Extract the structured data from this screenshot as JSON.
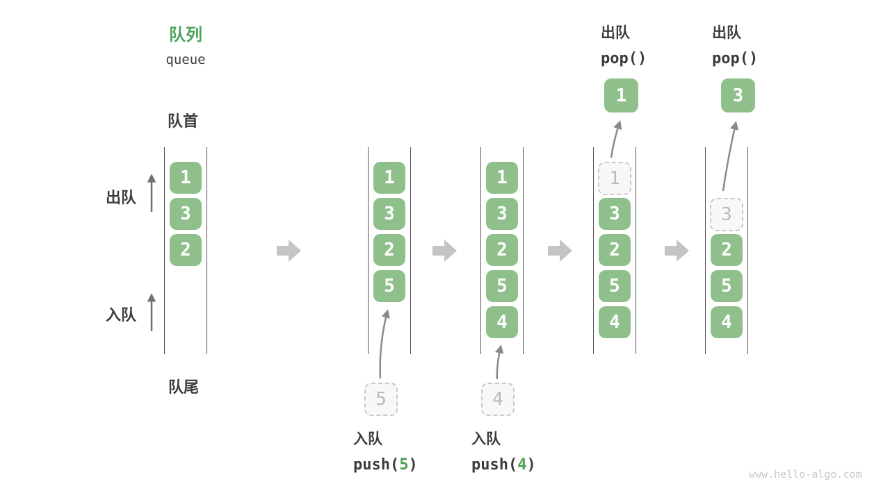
{
  "title": {
    "zh": "队列",
    "en": "queue"
  },
  "labels": {
    "front": "队首",
    "rear": "队尾",
    "dequeue_side": "出队",
    "enqueue_side": "入队"
  },
  "ops": {
    "pop": [
      {
        "zh": "出队",
        "code": "pop()"
      },
      {
        "zh": "出队",
        "code": "pop()"
      }
    ],
    "push": [
      {
        "zh": "入队",
        "fn": "push(",
        "arg": "5",
        "close": ")"
      },
      {
        "zh": "入队",
        "fn": "push(",
        "arg": "4",
        "close": ")"
      }
    ]
  },
  "popped": [
    {
      "value": "1"
    },
    {
      "value": "3"
    }
  ],
  "incoming": [
    {
      "value": "5"
    },
    {
      "value": "4"
    }
  ],
  "columns": [
    {
      "name": "initial",
      "cells": [
        {
          "value": "1"
        },
        {
          "value": "3"
        },
        {
          "value": "2"
        }
      ]
    },
    {
      "name": "after-push-5",
      "cells": [
        {
          "value": "1"
        },
        {
          "value": "3"
        },
        {
          "value": "2"
        },
        {
          "value": "5"
        }
      ]
    },
    {
      "name": "after-push-4",
      "cells": [
        {
          "value": "1"
        },
        {
          "value": "3"
        },
        {
          "value": "2"
        },
        {
          "value": "5"
        },
        {
          "value": "4"
        }
      ]
    },
    {
      "name": "pop-1",
      "cells": [
        {
          "value": "1",
          "ghost": true
        },
        {
          "value": "3"
        },
        {
          "value": "2"
        },
        {
          "value": "5"
        },
        {
          "value": "4"
        }
      ]
    },
    {
      "name": "pop-3",
      "cells": [
        {
          "value": "3",
          "ghost": true
        },
        {
          "value": "2"
        },
        {
          "value": "5"
        },
        {
          "value": "4"
        }
      ]
    }
  ],
  "watermark": "www.hello-algo.com",
  "colors": {
    "title_green": "#4ba35c",
    "box_green": "#8fc08b",
    "code_green": "#4e9e51",
    "column_line": "#555555",
    "dark_text": "#3c3c3c",
    "block_arrow": "#c4c4c4",
    "thin_arrow": "#6f6f6f",
    "curve_arrow": "#8a8a8a",
    "dashed_border": "#c9c9c9",
    "dashed_fill": "#f8f8f8",
    "dashed_text": "#b9b9b9",
    "watermark": "#c9c9c9"
  }
}
